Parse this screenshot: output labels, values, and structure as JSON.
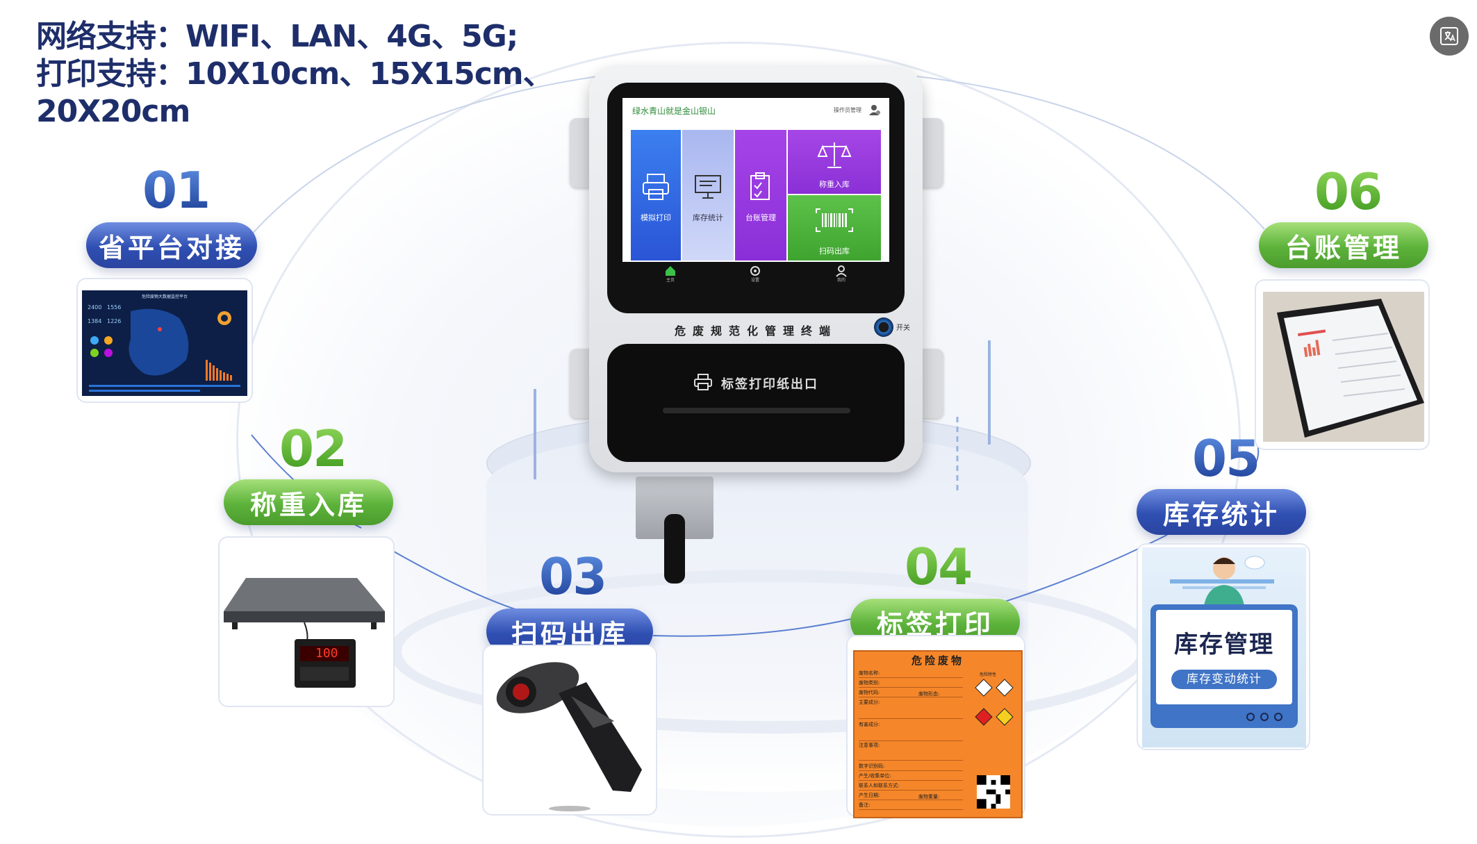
{
  "header": {
    "network_line": "网络支持：WIFI、LAN、4G、5G;",
    "print_line": "打印支持：10X10cm、15X15cm、",
    "size_line": "20X20cm"
  },
  "translate_icon": "translate-icon",
  "features": [
    {
      "num": "01",
      "label": "省平台对接",
      "color": "blue"
    },
    {
      "num": "02",
      "label": "称重入库",
      "color": "green"
    },
    {
      "num": "03",
      "label": "扫码出库",
      "color": "blue"
    },
    {
      "num": "04",
      "label": "标签打印",
      "color": "green"
    },
    {
      "num": "05",
      "label": "库存统计",
      "color": "blue"
    },
    {
      "num": "06",
      "label": "台账管理",
      "color": "green"
    }
  ],
  "device": {
    "screen_title": "绿水青山就是金山银山",
    "screen_user": "操作员管理",
    "tiles": [
      "模拟打印",
      "库存统计",
      "台账管理",
      "称重入库",
      "扫码出库"
    ],
    "nav": [
      "主页",
      "设置",
      "我的"
    ],
    "name": "危废规范化管理终端",
    "power_label": "开关",
    "slot_label": "标签打印纸出口"
  },
  "dashboard": {
    "title": "危险废物大数据监控平台",
    "stats": [
      "2400",
      "1556",
      "1384",
      "1226"
    ]
  },
  "scale": {
    "display": "100"
  },
  "hazard_label": {
    "title": "危险废物",
    "rows": [
      "废物名称:",
      "废物类别:",
      "废物代码:",
      "主要成分:",
      "有害成分:",
      "注意事项:",
      "数字识别码:",
      "产生/收集单位:",
      "联系人和联系方式:",
      "产生日期:",
      "备注:"
    ],
    "side": [
      "废物形态:",
      "废物重量:",
      "危险特性"
    ]
  },
  "inventory": {
    "title": "库存管理",
    "subtitle": "库存变动统计"
  },
  "colors": {
    "blue_pill": "#2f4fb2",
    "green_pill": "#5cb23a",
    "header_text": "#1e2e6a",
    "label_orange": "#f5872a"
  }
}
